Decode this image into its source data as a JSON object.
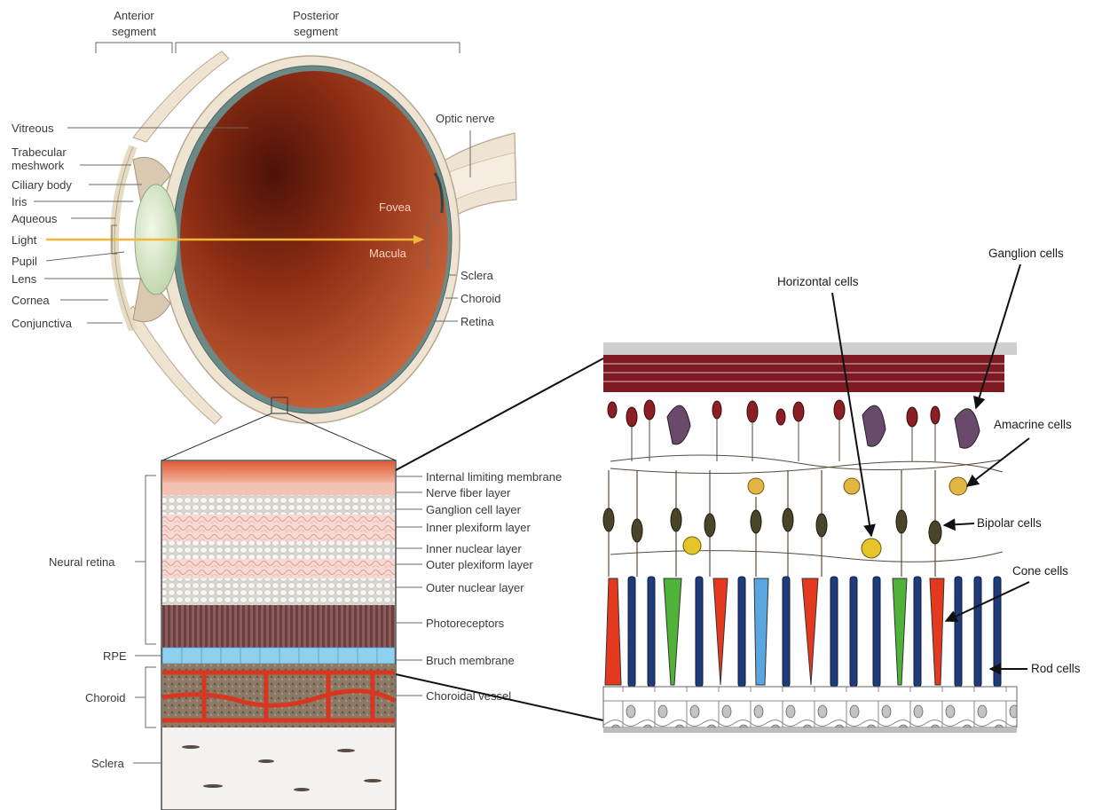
{
  "segments": {
    "anterior": [
      "Anterior",
      "segment"
    ],
    "posterior": [
      "Posterior",
      "segment"
    ]
  },
  "eye_labels_left": {
    "vitreous": "Vitreous",
    "trabecular_1": "Trabecular",
    "trabecular_2": "meshwork",
    "ciliary_body": "Ciliary body",
    "iris": "Iris",
    "aqueous": "Aqueous",
    "light": "Light",
    "pupil": "Pupil",
    "lens": "Lens",
    "cornea": "Cornea",
    "conjunctiva": "Conjunctiva"
  },
  "eye_labels_right": {
    "optic_nerve": "Optic nerve",
    "fovea": "Fovea",
    "macula": "Macula",
    "sclera": "Sclera",
    "choroid": "Choroid",
    "retina": "Retina"
  },
  "layer_labels": {
    "ilm": "Internal limiting membrane",
    "nfl": "Nerve fiber layer",
    "gcl": "Ganglion cell layer",
    "ipl": "Inner plexiform layer",
    "inl": "Inner nuclear layer",
    "opl": "Outer plexiform layer",
    "onl": "Outer nuclear layer",
    "photoreceptors": "Photoreceptors",
    "bruch": "Bruch membrane",
    "choroidal_vessel": "Choroidal vessel"
  },
  "region_labels": {
    "neural_retina": "Neural retina",
    "rpe": "RPE",
    "choroid": "Choroid",
    "sclera": "Sclera"
  },
  "cell_labels": {
    "ganglion": "Ganglion cells",
    "horizontal": "Horizontal cells",
    "amacrine": "Amacrine cells",
    "bipolar": "Bipolar cells",
    "cone": "Cone cells",
    "rod": "Rod cells"
  },
  "colors": {
    "eye_interior": "#a33c1c",
    "sclera": "#efe4d2",
    "light_ray": "#f2b63a",
    "rpe": "#8fd0ef",
    "vessel": "#d8361f",
    "cone_red": "#e5391f",
    "cone_green": "#4fb33a",
    "cone_blue": "#5aa6e0",
    "rod": "#1f3b7a"
  }
}
